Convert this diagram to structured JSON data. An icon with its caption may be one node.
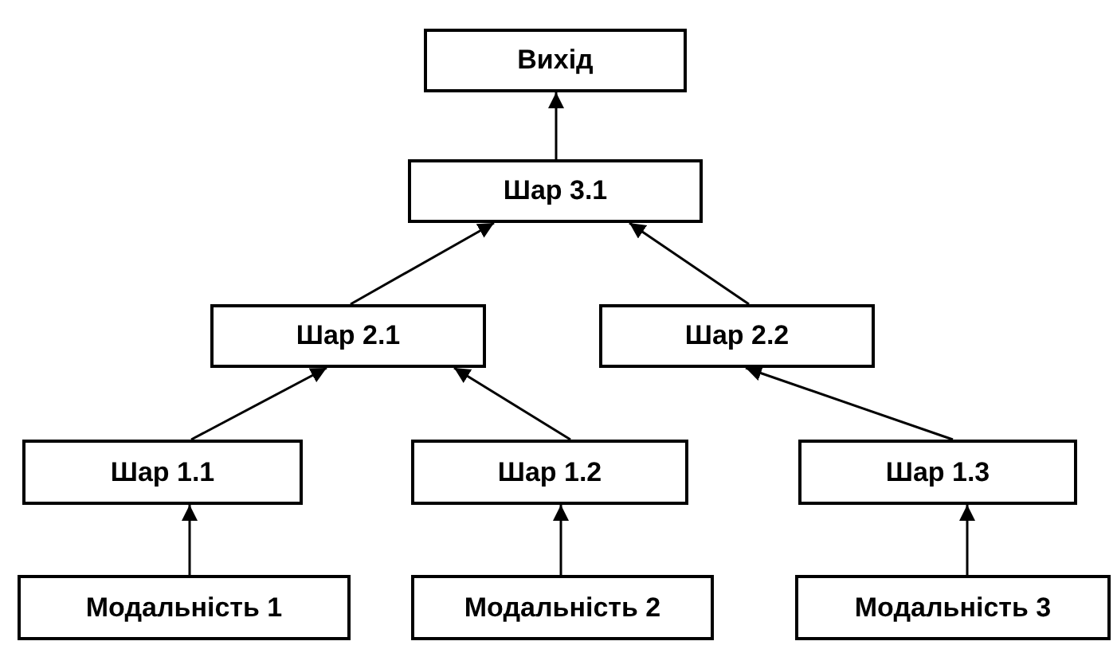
{
  "diagram": {
    "nodes": [
      {
        "text": [
          "Вихід"
        ]
      },
      {
        "text": [
          "Шар 3.1"
        ]
      },
      {
        "text": [
          "Шар 2.1"
        ]
      },
      {
        "text": [
          "Шар 2.2"
        ]
      },
      {
        "text": [
          "Шар 1.1"
        ]
      },
      {
        "text": [
          "Шар 1.2"
        ]
      },
      {
        "text": [
          "Шар 1.3"
        ]
      },
      {
        "text": [
          "Модальність 1"
        ]
      },
      {
        "text": [
          "Модальність 2"
        ]
      },
      {
        "text": [
          "Модальність 3"
        ]
      }
    ],
    "edges": [
      {
        "from": 1,
        "to": 0,
        "arrow": "to"
      },
      {
        "from": 2,
        "to": 1,
        "arrow": "to"
      },
      {
        "from": 3,
        "to": 1,
        "arrow": "to"
      },
      {
        "from": 4,
        "to": 2,
        "arrow": "to"
      },
      {
        "from": 5,
        "to": 2,
        "arrow": "to"
      },
      {
        "from": 6,
        "to": 3,
        "arrow": "to"
      },
      {
        "from": 7,
        "to": 4,
        "arrow": "to"
      },
      {
        "from": 8,
        "to": 5,
        "arrow": "to"
      },
      {
        "from": 9,
        "to": 6,
        "arrow": "to"
      }
    ]
  }
}
